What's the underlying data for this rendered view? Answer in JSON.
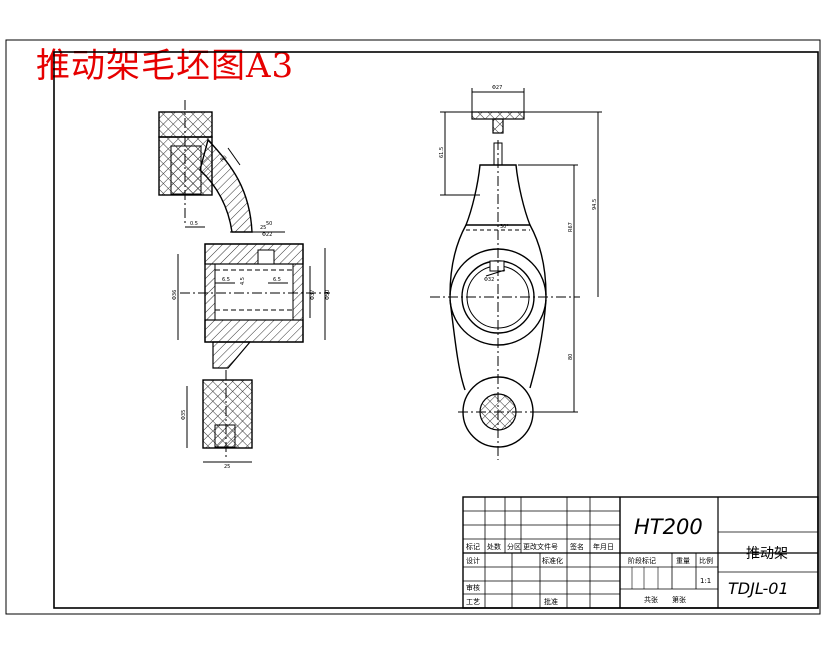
{
  "drawing": {
    "title": "推动架毛坯图A3",
    "title_color": "#e60000",
    "line_color": "#000000",
    "hatch_color": "#333333"
  },
  "title_block": {
    "material": "HT200",
    "part_name": "推动架",
    "drawing_no": "TDJL-01",
    "scale": "1:1",
    "row_labels": {
      "mark": "标记",
      "count": "处数",
      "zone": "分区",
      "change_doc": "更改文件号",
      "signature": "签名",
      "date": "年月日",
      "design": "设计",
      "standardize": "标准化",
      "stage_mark": "阶段标记",
      "weight": "重量",
      "ratio": "比例",
      "review": "审核",
      "process": "工艺",
      "approve": "批准",
      "total_sheets": "共张",
      "sheet_no": "第张"
    }
  },
  "dimensions": {
    "left_view": {
      "d1": "R6",
      "d2": "Φ22",
      "d3": "6.5",
      "d4": "4.5",
      "d5": "6.5",
      "d6": "Φ36",
      "d7": "Φ37",
      "d8": "Φ50",
      "d9": "25",
      "d10": "Φ35",
      "d11": "25",
      "d12": "50",
      "d13": "0.5"
    },
    "right_view": {
      "d1": "Φ27",
      "d2": "61.5",
      "d3": "30°",
      "d4": "94.5",
      "d5": "R67",
      "d6": "Φ32",
      "d7": "80"
    }
  }
}
